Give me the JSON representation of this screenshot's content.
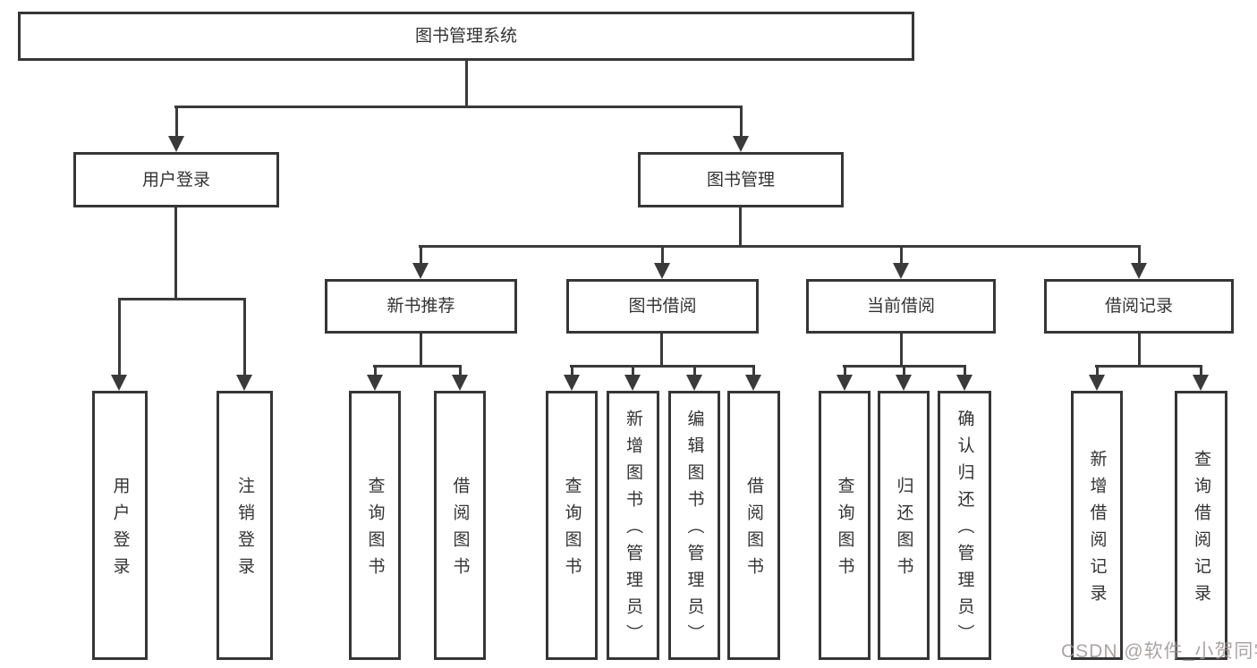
{
  "diagram": {
    "root": {
      "label": "图书管理系统"
    },
    "branches": [
      {
        "label": "用户登录",
        "children": [
          {
            "label": "用户登录"
          },
          {
            "label": "注销登录"
          }
        ]
      },
      {
        "label": "图书管理",
        "children": [
          {
            "label": "新书推荐",
            "children": [
              {
                "label": "查询图书"
              },
              {
                "label": "借阅图书"
              }
            ]
          },
          {
            "label": "图书借阅",
            "children": [
              {
                "label": "查询图书"
              },
              {
                "label": "新增图书（管理员）"
              },
              {
                "label": "编辑图书（管理员）"
              },
              {
                "label": "借阅图书"
              }
            ]
          },
          {
            "label": "当前借阅",
            "children": [
              {
                "label": "查询图书"
              },
              {
                "label": "归还图书"
              },
              {
                "label": "确认归还（管理员）"
              }
            ]
          },
          {
            "label": "借阅记录",
            "children": [
              {
                "label": "新增借阅记录"
              },
              {
                "label": "查询借阅记录"
              }
            ]
          }
        ]
      }
    ],
    "colors": {
      "line": "#3a3a3a",
      "box_border": "#363636",
      "text": "#333333",
      "watermark": "#9e9393"
    }
  },
  "watermark": {
    "text": "CSDN @软件_小贺同学"
  }
}
